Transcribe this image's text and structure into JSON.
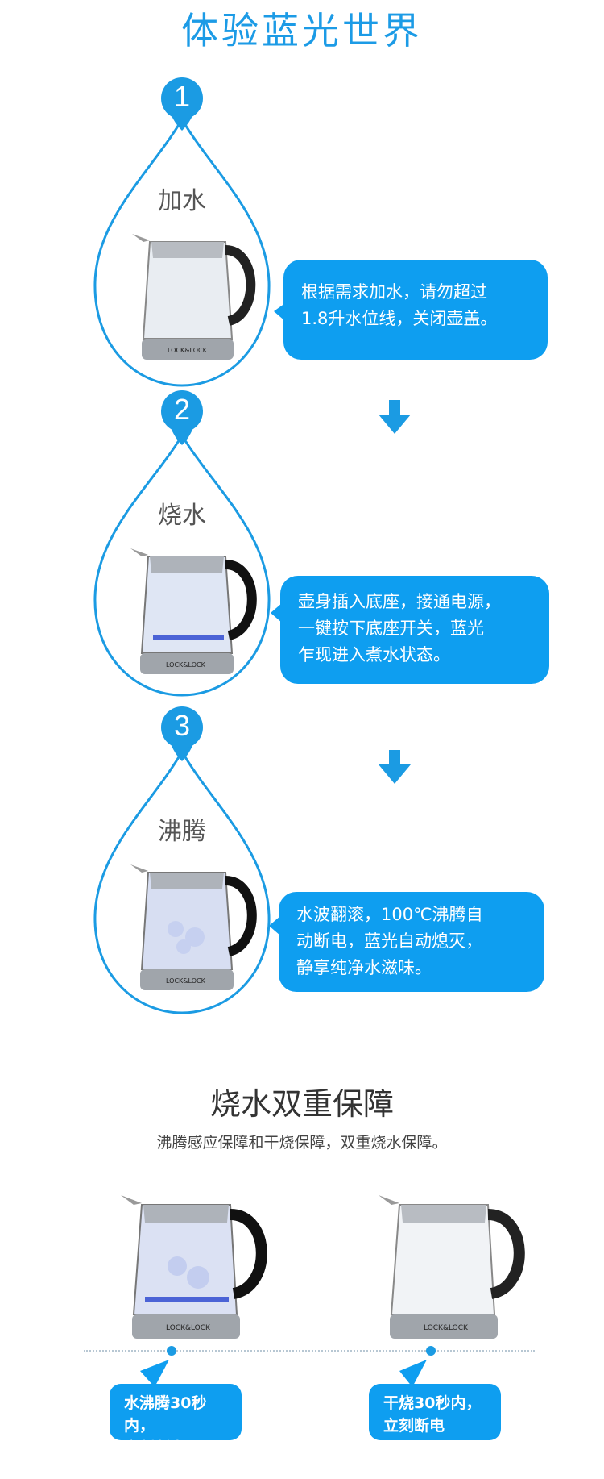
{
  "header": {
    "title": "体验蓝光世界"
  },
  "steps": [
    {
      "number": "1",
      "label": "加水",
      "desc_lines": [
        "根据需求加水，请勿超过",
        "1.8升水位线，关闭壶盖。"
      ]
    },
    {
      "number": "2",
      "label": "烧水",
      "desc_lines": [
        "壶身插入底座，接通电源，",
        "一键按下底座开关，蓝光",
        "乍现进入煮水状态。"
      ]
    },
    {
      "number": "3",
      "label": "沸腾",
      "desc_lines": [
        "水波翻滚，100℃沸腾自",
        "动断电，蓝光自动熄灭，",
        "静享纯净水滋味。"
      ]
    }
  ],
  "kettle_brand": "LOCK&LOCK",
  "protection": {
    "title": "烧水双重保障",
    "subtitle": "沸腾感应保障和干烧保障，双重烧水保障。",
    "items": [
      {
        "lines": [
          "水沸腾30秒内，",
          "立刻断电"
        ]
      },
      {
        "lines": [
          "干烧30秒内，",
          "立刻断电"
        ]
      }
    ]
  },
  "colors": {
    "accent": "#0e9ef0",
    "title": "#1c9be6",
    "outline": "#1b9be3"
  }
}
